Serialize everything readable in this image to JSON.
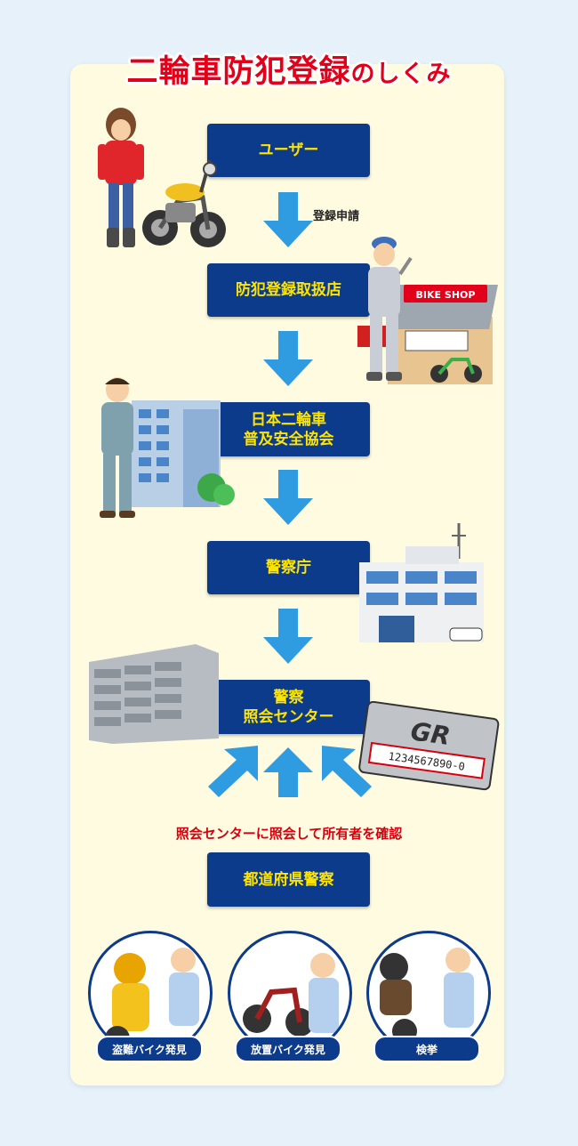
{
  "title": {
    "main": "二輪車防犯登録",
    "suffix": "のしくみ"
  },
  "flow": [
    {
      "id": "user",
      "label": "ユーザー"
    },
    {
      "id": "shop",
      "label": "防犯登録取扱店"
    },
    {
      "id": "assoc_line1",
      "label": "日本二輪車"
    },
    {
      "id": "assoc_line2",
      "label": "普及安全協会"
    },
    {
      "id": "npa",
      "label": "警察庁"
    },
    {
      "id": "center_line1",
      "label": "警察"
    },
    {
      "id": "center_line2",
      "label": "照会センター"
    },
    {
      "id": "pref",
      "label": "都道府県警察"
    }
  ],
  "annotations": {
    "registration_request": "登録申請",
    "inquiry_note": "照会センターに照会して所有者を確認",
    "bike_shop_sign": "BIKE SHOP",
    "plate_number": "1234567890-0"
  },
  "outcomes": [
    {
      "label": "盗難バイク発見"
    },
    {
      "label": "放置バイク発見"
    },
    {
      "label": "検挙"
    }
  ],
  "colors": {
    "box_bg": "#0d3b8c",
    "box_text": "#ffe400",
    "title": "#e2001a",
    "arrow": "#2f9be0",
    "panel": "#fffbe0",
    "note": "#d7000f"
  }
}
